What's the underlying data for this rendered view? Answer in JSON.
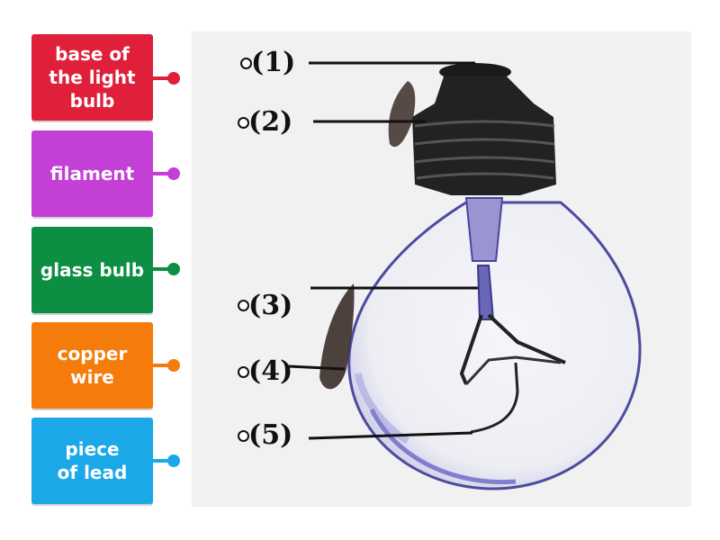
{
  "cards": [
    {
      "label": "base of\nthe light\nbulb",
      "color": "#e0203a"
    },
    {
      "label": "filament",
      "color": "#c33fd6"
    },
    {
      "label": "glass bulb",
      "color": "#0c8f42"
    },
    {
      "label": "copper\nwire",
      "color": "#f57c0a"
    },
    {
      "label": "piece\nof lead",
      "color": "#1aa8e8"
    }
  ],
  "markers": [
    "(1)",
    "(2)",
    "(3)",
    "(4)",
    "(5)"
  ]
}
